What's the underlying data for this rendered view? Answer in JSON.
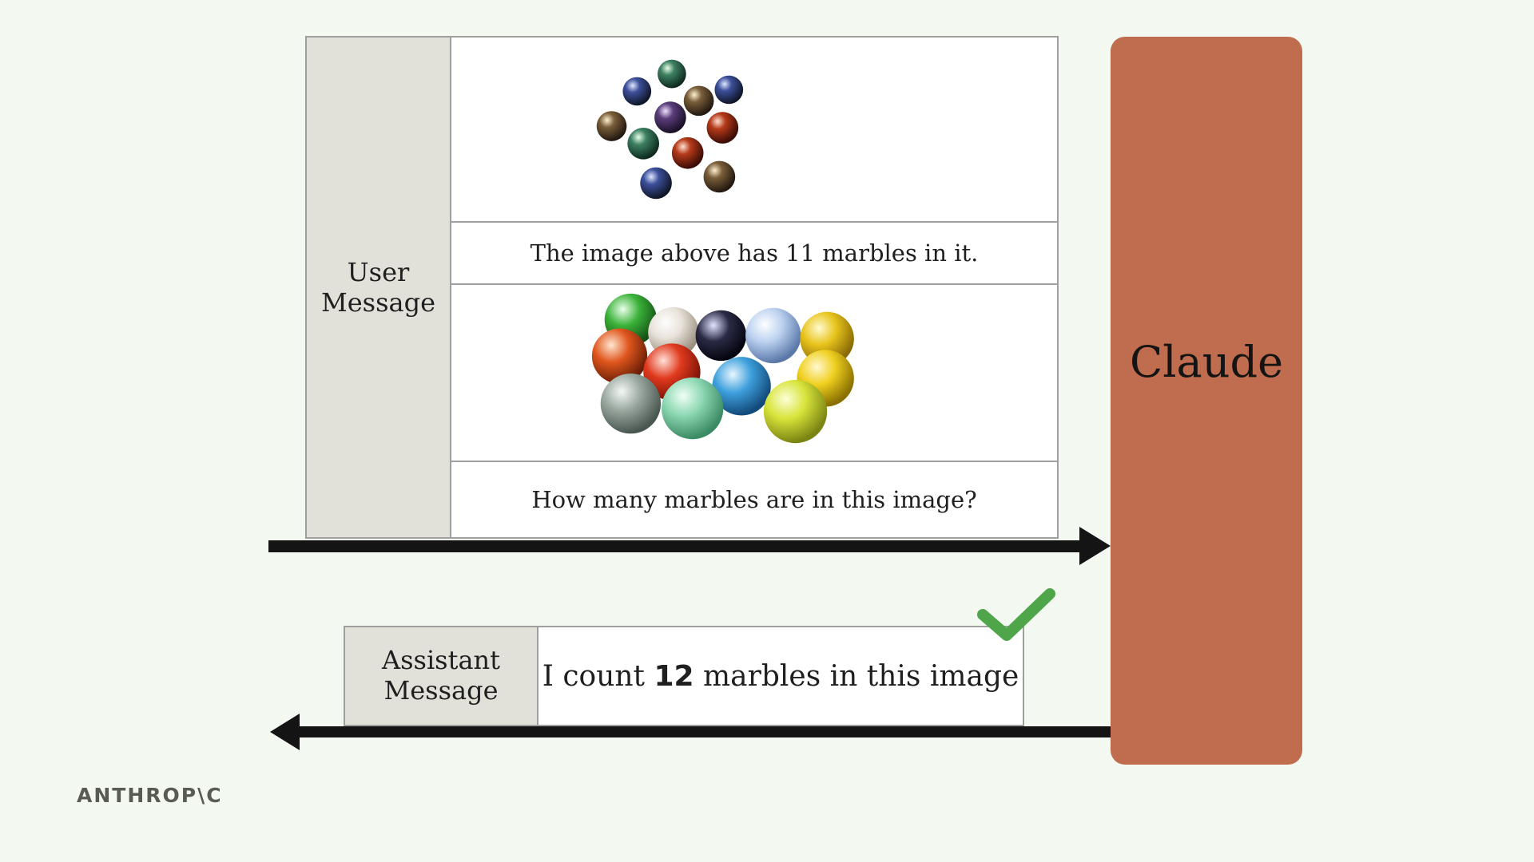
{
  "user_message": {
    "label": "User\nMessage",
    "text_1": "The image above has 11 marbles in it.",
    "text_2": "How many marbles are in this image?"
  },
  "assistant_message": {
    "label": "Assistant\nMessage",
    "text_prefix": "I count ",
    "text_bold": "12",
    "text_suffix": " marbles in this image"
  },
  "model": {
    "label": "Claude",
    "color": "#c06c4e"
  },
  "status": {
    "icon": "checkmark-icon",
    "color": "#4ea54a"
  },
  "brand": {
    "logo_text": "ANTHROP\\C"
  },
  "colors": {
    "background": "#f3f8f1",
    "label_column": "#e1e0d9",
    "border": "#9f9f9f",
    "arrow": "#141414"
  }
}
